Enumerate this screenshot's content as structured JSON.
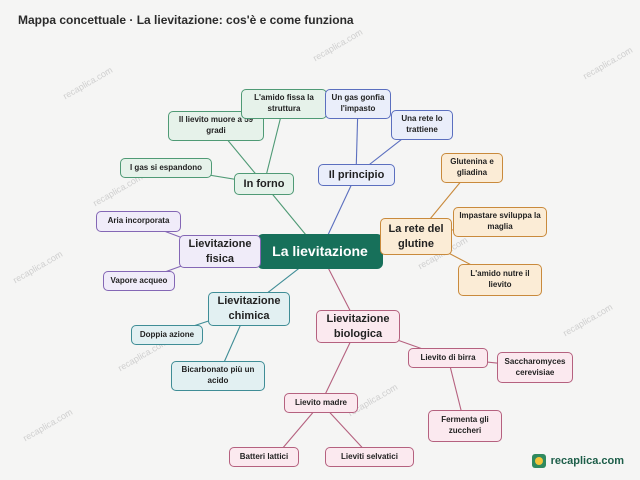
{
  "header": {
    "title": "Mappa concettuale · La lievitazione: cos'è e come funziona"
  },
  "brand": {
    "name": "recaplica.com",
    "icon": "recaplica-logo-icon"
  },
  "watermark": "recaplica.com",
  "colors": {
    "root": "#17705a",
    "green": "#4f9a75",
    "blue": "#5b6fbf",
    "orange": "#c98a3c",
    "purple": "#8467b5",
    "teal": "#3f8d96",
    "pink": "#b5617f"
  },
  "map": {
    "root": "La lievitazione",
    "in_forno": {
      "label": "In forno",
      "items": [
        "I gas si espandono",
        "Il lievito muore a 59 gradi",
        "L'amido fissa la struttura"
      ]
    },
    "principio": {
      "label": "Il principio",
      "items": [
        "Un gas gonfia l'impasto",
        "Una rete lo trattiene"
      ]
    },
    "glutine": {
      "label": "La rete del glutine",
      "items": [
        "Glutenina e gliadina",
        "Impastare sviluppa la maglia",
        "L'amido nutre il lievito"
      ]
    },
    "fisica": {
      "label": "Lievitazione fisica",
      "items": [
        "Aria incorporata",
        "Vapore acqueo"
      ]
    },
    "chimica": {
      "label": "Lievitazione chimica",
      "items": [
        "Doppia azione",
        "Bicarbonato più un acido"
      ]
    },
    "biologica": {
      "label": "Lievitazione biologica",
      "lievito_birra": {
        "label": "Lievito di birra",
        "items": [
          "Saccharomyces cerevisiae",
          "Fermenta gli zuccheri"
        ]
      },
      "lievito_madre": {
        "label": "Lievito madre",
        "items": [
          "Batteri lattici",
          "Lieviti selvatici"
        ]
      }
    }
  }
}
